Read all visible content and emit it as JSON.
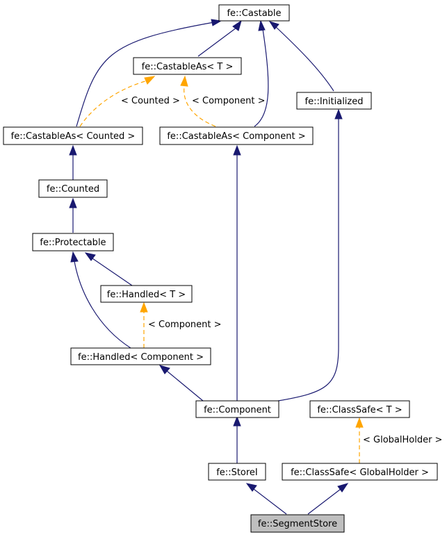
{
  "nodes": {
    "castable": "fe::Castable",
    "castable_as_t": "fe::CastableAs< T >",
    "initialized": "fe::Initialized",
    "castable_as_counted": "fe::CastableAs< Counted >",
    "castable_as_component": "fe::CastableAs< Component >",
    "counted": "fe::Counted",
    "protectable": "fe::Protectable",
    "handled_t": "fe::Handled< T >",
    "handled_component": "fe::Handled< Component >",
    "component": "fe::Component",
    "classsafe_t": "fe::ClassSafe< T >",
    "storei": "fe::StoreI",
    "classsafe_globalholder": "fe::ClassSafe< GlobalHolder >",
    "segmentstore": "fe::SegmentStore"
  },
  "edge_labels": {
    "counted_param": "< Counted >",
    "component_param_castable": "< Component >",
    "component_param_handled": "< Component >",
    "globalholder_param": "< GlobalHolder >"
  },
  "colors": {
    "inheritance": "#191970",
    "template_instantiation": "#ffa500",
    "highlight_fill": "#bfbfbf"
  }
}
